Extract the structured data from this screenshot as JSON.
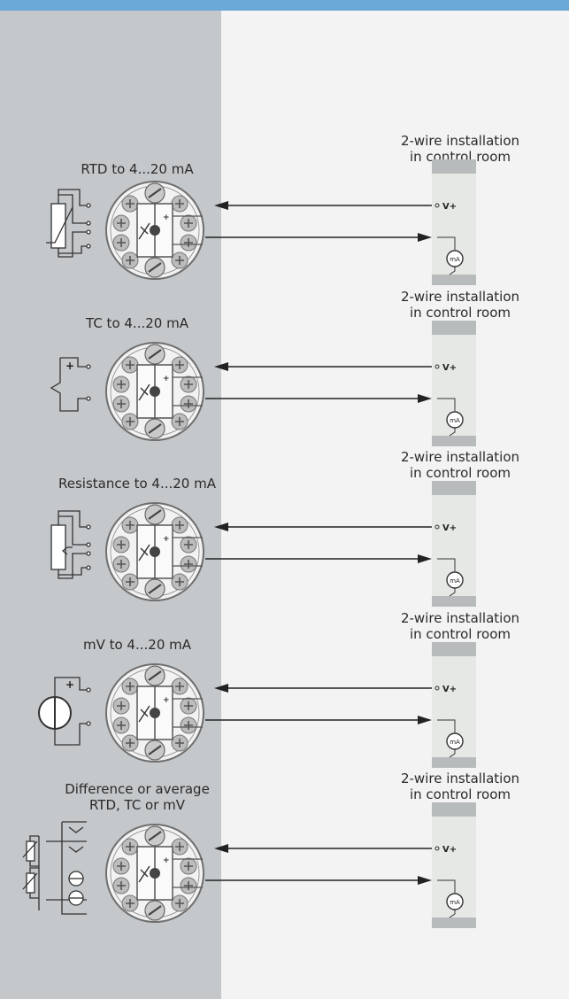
{
  "sections": [
    {
      "id": "rtd",
      "title": [
        "RTD to 4...20 mA"
      ],
      "right_title": [
        "2-wire installation",
        "in control room"
      ],
      "vplus": "V+",
      "ma": "mA",
      "icon": "rtd-sensor-icon"
    },
    {
      "id": "tc",
      "title": [
        "TC to 4...20 mA"
      ],
      "right_title": [
        "2-wire installation",
        "in control room"
      ],
      "vplus": "V+",
      "ma": "mA",
      "icon": "thermocouple-icon"
    },
    {
      "id": "resistance",
      "title": [
        "Resistance to 4...20 mA"
      ],
      "right_title": [
        "2-wire installation",
        "in control room"
      ],
      "vplus": "V+",
      "ma": "mA",
      "icon": "potentiometer-icon"
    },
    {
      "id": "mv",
      "title": [
        "mV to 4...20 mA"
      ],
      "right_title": [
        "2-wire installation",
        "in control room"
      ],
      "vplus": "V+",
      "ma": "mA",
      "icon": "voltage-source-icon"
    },
    {
      "id": "difference",
      "title": [
        "Difference or average",
        "RTD, TC or mV"
      ],
      "right_title": [
        "2-wire installation",
        "in control room"
      ],
      "vplus": "V+",
      "ma": "mA",
      "icon": "dual-sensor-icon"
    }
  ],
  "colors": {
    "top_bar": "#6aa8d8",
    "left_panel": "#c4c8cb",
    "right_panel": "#f3f3f4",
    "wire": "#222222",
    "device_box": "#e6e8e6",
    "device_cap": "#b8bbbc"
  }
}
